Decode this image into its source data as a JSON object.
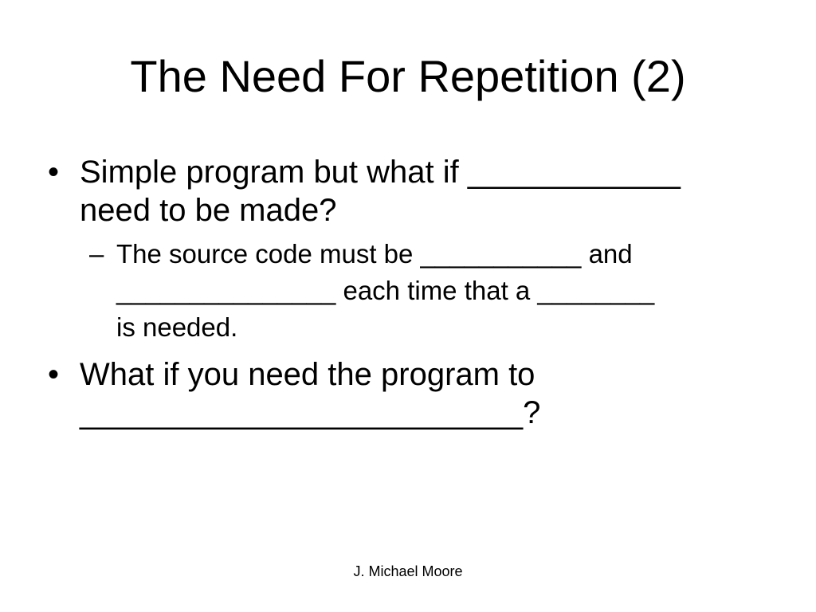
{
  "slide": {
    "title": "The Need For Repetition (2)",
    "bullet_marker": "•",
    "sub_marker": "–",
    "bullets": [
      {
        "lines": [
          "Simple program but what if ____________",
          "need to be made?"
        ]
      },
      {
        "lines": [
          "What if you need the program to",
          "_________________________?"
        ]
      }
    ],
    "subbullet": {
      "lines": [
        "The source code must be ___________ and",
        "_______________ each time that a ________",
        "is needed."
      ]
    },
    "footer": "J. Michael Moore"
  }
}
